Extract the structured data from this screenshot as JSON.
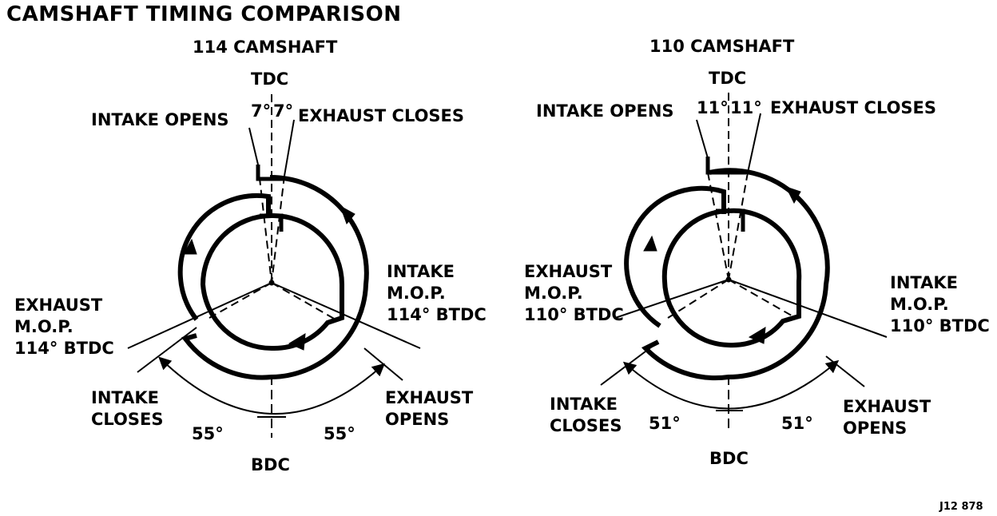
{
  "title": "CAMSHAFT TIMING COMPARISON",
  "figure_id": "J12 878",
  "diagrams": [
    {
      "name": "114 CAMSHAFT",
      "tdc": "TDC",
      "bdc": "BDC",
      "intake_opens": "INTAKE OPENS",
      "exhaust_closes": "EXHAUST CLOSES",
      "io_deg": "7°",
      "ec_deg": "7°",
      "intake_mop": [
        "INTAKE",
        "M.O.P.",
        "114° BTDC"
      ],
      "exhaust_mop": [
        "EXHAUST",
        "M.O.P.",
        "114° BTDC"
      ],
      "intake_closes": [
        "INTAKE",
        "CLOSES"
      ],
      "exhaust_opens": [
        "EXHAUST",
        "OPENS"
      ],
      "ic_deg": "55°",
      "eo_deg": "55°"
    },
    {
      "name": "110 CAMSHAFT",
      "tdc": "TDC",
      "bdc": "BDC",
      "intake_opens": "INTAKE OPENS",
      "exhaust_closes": "EXHAUST CLOSES",
      "io_deg": "11°",
      "ec_deg": "11°",
      "intake_mop": [
        "INTAKE",
        "M.O.P.",
        "110° BTDC"
      ],
      "exhaust_mop": [
        "EXHAUST",
        "M.O.P.",
        "110° BTDC"
      ],
      "intake_closes": [
        "INTAKE",
        "CLOSES"
      ],
      "exhaust_opens": [
        "EXHAUST",
        "OPENS"
      ],
      "ic_deg": "51°",
      "eo_deg": "51°"
    }
  ]
}
